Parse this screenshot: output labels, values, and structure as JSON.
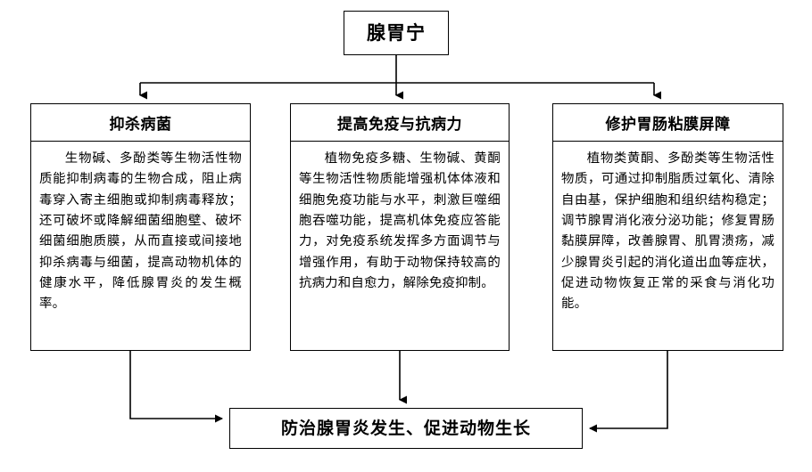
{
  "diagram": {
    "root": {
      "label": "腺胃宁"
    },
    "branches": [
      {
        "title": "抑杀病菌",
        "body": "生物碱、多酚类等生物活性物质能抑制病毒的生物合成，阻止病毒穿入寄主细胞或抑制病毒释放；还可破坏或降解细菌细胞壁、破坏细菌细胞质膜，从而直接或间接地抑杀病毒与细菌，提高动物机体的健康水平，降低腺胃炎的发生概率。"
      },
      {
        "title": "提高免疫与抗病力",
        "body": "植物免疫多糖、生物碱、黄酮等生物活性物质能增强机体体液和细胞免疫功能与水平，刺激巨噬细胞吞噬功能，提高机体免疫应答能力，对免疫系统发挥多方面调节与增强作用，有助于动物保持较高的抗病力和自愈力，解除免疫抑制。"
      },
      {
        "title": "修护胃肠粘膜屏障",
        "body": "植物类黄酮、多酚类等生物活性物质，可通过抑制脂质过氧化、清除自由基，保护细胞和组织结构稳定；调节腺胃消化液分泌功能；修复胃肠黏膜屏障，改善腺胃、肌胃溃疡，减少腺胃炎引起的消化道出血等症状，促进动物恢复正常的采食与消化功能。"
      }
    ],
    "result": {
      "label": "防治腺胃炎发生、促进动物生长"
    },
    "colors": {
      "line": "#000000",
      "background": "#ffffff",
      "text": "#000000"
    }
  }
}
